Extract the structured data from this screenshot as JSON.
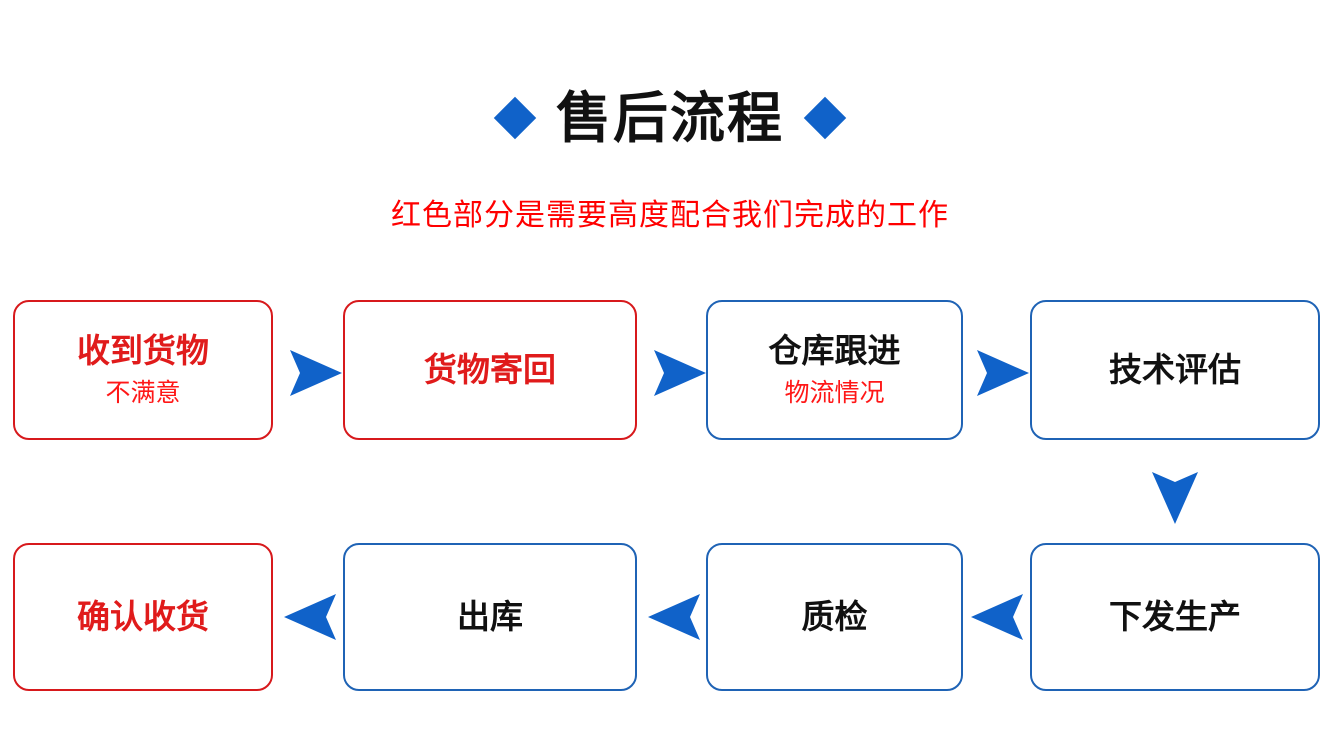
{
  "header": {
    "title": "售后流程",
    "left_diamond_icon": "diamond-icon",
    "right_diamond_icon": "diamond-icon",
    "subtitle": "红色部分是需要高度配合我们完成的工作"
  },
  "colors": {
    "accent_blue": "#1062c9",
    "box_blue": "#1f63b5",
    "box_red": "#d7191c",
    "text_red": "#e01b1b",
    "subtitle_red": "#ff0000",
    "text_black": "#111111",
    "background": "#ffffff"
  },
  "flow": {
    "row1": [
      {
        "title": "收到货物",
        "sub": "不满意",
        "border": "red",
        "title_color": "red"
      },
      {
        "title": "货物寄回",
        "sub": "",
        "border": "red",
        "title_color": "red"
      },
      {
        "title": "仓库跟进",
        "sub": "物流情况",
        "border": "blue",
        "title_color": "black"
      },
      {
        "title": "技术评估",
        "sub": "",
        "border": "blue",
        "title_color": "black"
      }
    ],
    "row2": [
      {
        "title": "确认收货",
        "sub": "",
        "border": "red",
        "title_color": "red"
      },
      {
        "title": "出库",
        "sub": "",
        "border": "blue",
        "title_color": "black"
      },
      {
        "title": "质检",
        "sub": "",
        "border": "blue",
        "title_color": "black"
      },
      {
        "title": "下发生产",
        "sub": "",
        "border": "blue",
        "title_color": "black"
      }
    ],
    "arrows": [
      {
        "name": "arrow-right-1",
        "direction": "right"
      },
      {
        "name": "arrow-right-2",
        "direction": "right"
      },
      {
        "name": "arrow-right-3",
        "direction": "right"
      },
      {
        "name": "arrow-down-1",
        "direction": "down"
      },
      {
        "name": "arrow-left-1",
        "direction": "left"
      },
      {
        "name": "arrow-left-2",
        "direction": "left"
      },
      {
        "name": "arrow-left-3",
        "direction": "left"
      }
    ]
  }
}
